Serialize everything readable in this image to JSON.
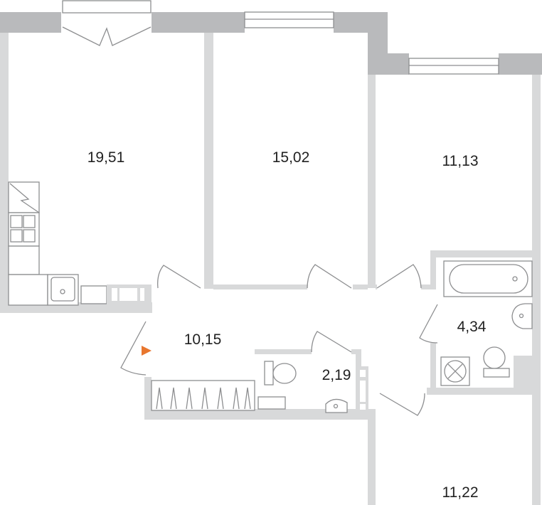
{
  "plan": {
    "rooms": [
      {
        "id": "kitchen-living",
        "area": "19,51"
      },
      {
        "id": "bedroom-1",
        "area": "15,02"
      },
      {
        "id": "bedroom-2",
        "area": "11,13"
      },
      {
        "id": "hallway",
        "area": "10,15"
      },
      {
        "id": "bathroom",
        "area": "4,34"
      },
      {
        "id": "toilet",
        "area": "2,19"
      },
      {
        "id": "bedroom-3",
        "area": "11,22"
      }
    ],
    "entrance_marker_color": "#e8762e",
    "wall_color": "#b9babc",
    "partition_color": "#d8d9da"
  }
}
